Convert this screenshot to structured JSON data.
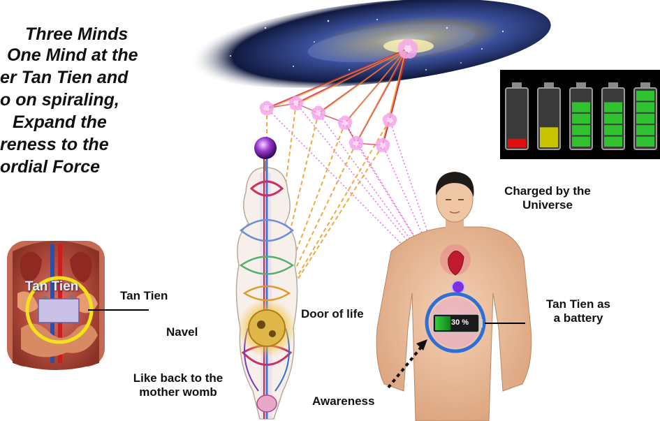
{
  "title_lines": [
    "Three Minds",
    "One Mind at the",
    "er Tan Tien and",
    "o on spiraling,",
    "Expand the",
    "reness to the",
    "ordial Force"
  ],
  "labels": {
    "tan_tien_overlay": "Tan Tien",
    "tan_tien": "Tan Tien",
    "navel": "Navel",
    "door_of_life": "Door of life",
    "like_back_line1": "Like back to the",
    "like_back_line2": "mother womb",
    "charged_line1": "Charged by the",
    "charged_line2": "Universe",
    "battery_line1": "Tan Tien as",
    "battery_line2": "a battery",
    "awareness": "Awareness",
    "battery_percent": "30 %"
  },
  "battery_levels": [
    0.15,
    0.35,
    0.7,
    0.85,
    1.0
  ],
  "battery_fill_colors": [
    "#e01010",
    "#c8c400",
    "#2fc42f",
    "#2fc42f",
    "#2fc42f"
  ],
  "colors": {
    "ray_pink": "#e860e0",
    "ray_orange": "#f0a030",
    "ray_red": "#d02040",
    "halo_blue": "#2d6fd6",
    "ring_yellow": "#f2e21a"
  }
}
